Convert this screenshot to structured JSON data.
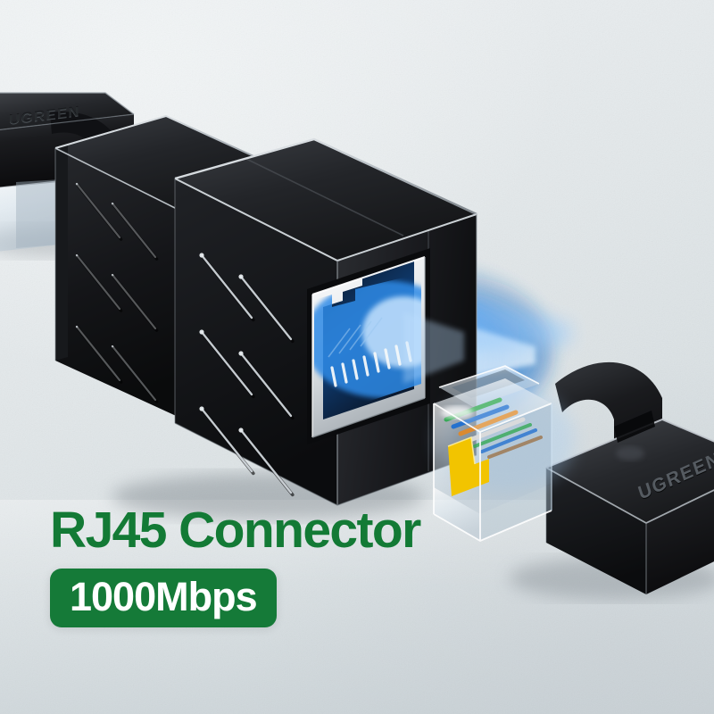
{
  "image": {
    "kind": "product-marketing-photo",
    "subject": "RJ45 inline coupler / connector",
    "background_color": "#e6eaec"
  },
  "headline": {
    "title": "RJ45 Connector",
    "title_color": "#137a35"
  },
  "badge": {
    "label": "1000Mbps",
    "background_color": "#157a38",
    "text_color": "#ffffff"
  },
  "brand": {
    "name": "UGREEN",
    "left_cable_label": "UGREEN",
    "right_cable_label": "UGREEN"
  },
  "product": {
    "body_color": "#121214",
    "body_highlight_color": "#d7dade",
    "port_shield_color": "#e9ecee",
    "port_cavity_color": "#0d1a2c",
    "glow_color": "#1f7fe0",
    "pin_color": "#f3f6f8",
    "groove_count_per_face": 3,
    "faces": [
      "top",
      "left-side",
      "front"
    ],
    "port_label": "rj45-jack"
  },
  "plug": {
    "housing": "transparent",
    "latch_color": "#f2c400",
    "wire_colors": [
      "#2fa84f",
      "#1f6fd0",
      "#e08a2a",
      "#d8d8d8",
      "#9b6b3a"
    ],
    "boot_color": "#17181b"
  },
  "glow": {
    "beam_color_core": "#dff0ff",
    "beam_color_mid": "#2f8ae6",
    "beam_color_edge": "#0b4f9e"
  }
}
